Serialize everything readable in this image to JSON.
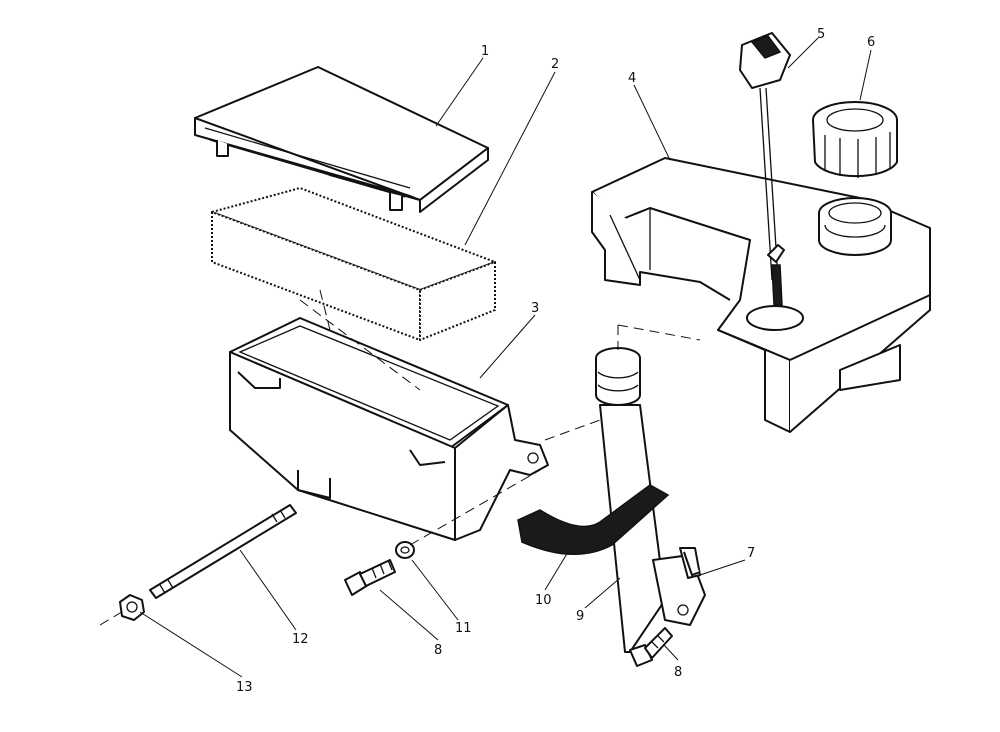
{
  "callouts": [
    {
      "id": "1",
      "text": "1"
    },
    {
      "id": "2",
      "text": "2"
    },
    {
      "id": "3",
      "text": "3"
    },
    {
      "id": "4",
      "text": "4"
    },
    {
      "id": "5",
      "text": "5"
    },
    {
      "id": "6",
      "text": "6"
    },
    {
      "id": "7",
      "text": "7"
    },
    {
      "id": "8a",
      "text": "8"
    },
    {
      "id": "8b",
      "text": "8"
    },
    {
      "id": "9",
      "text": "9"
    },
    {
      "id": "10",
      "text": "10"
    },
    {
      "id": "11",
      "text": "11"
    },
    {
      "id": "12",
      "text": "12"
    },
    {
      "id": "13",
      "text": "13"
    }
  ],
  "colors": {
    "ink": "#111111",
    "paper": "#ffffff"
  }
}
